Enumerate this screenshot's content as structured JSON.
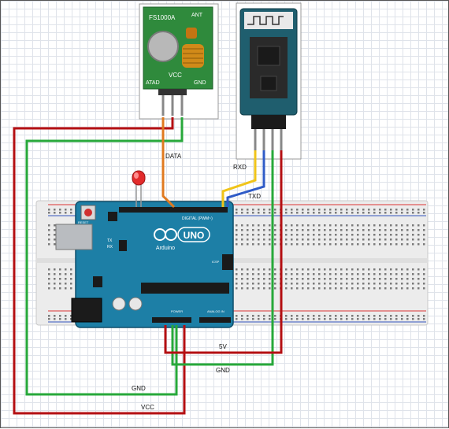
{
  "colors": {
    "vcc_wire": "#b40f12",
    "gnd_wire": "#27a83a",
    "data_wire": "#e07a1f",
    "rxd_wire": "#f0c419",
    "txd_wire": "#2f5bc7",
    "arduino_board": "#1d7fa6",
    "rf_board": "#2f8a3c",
    "bt_board": "#1f5e6e",
    "led": "#e22b2b"
  },
  "rf_module": {
    "chip_label": "FS1000A",
    "ant_label": "ANT",
    "vcc_label": "VCC",
    "atad_label": "ATAD",
    "gnd_label": "GND"
  },
  "arduino": {
    "logo_text": "UNO",
    "brand_text": "Arduino",
    "tx_label": "TX",
    "rx_label": "RX",
    "digital_label": "DIGITAL (PWM~)",
    "power_label": "POWER",
    "analog_label": "ANALOG IN",
    "icsp_label": "ICSP",
    "reset_label": "RESET"
  },
  "wire_labels": {
    "data": "DATA",
    "rxd": "RXD",
    "txd": "TXD",
    "five_v": "5V",
    "gnd_right": "GND",
    "gnd_bottom": "GND",
    "vcc_bottom": "VCC"
  }
}
